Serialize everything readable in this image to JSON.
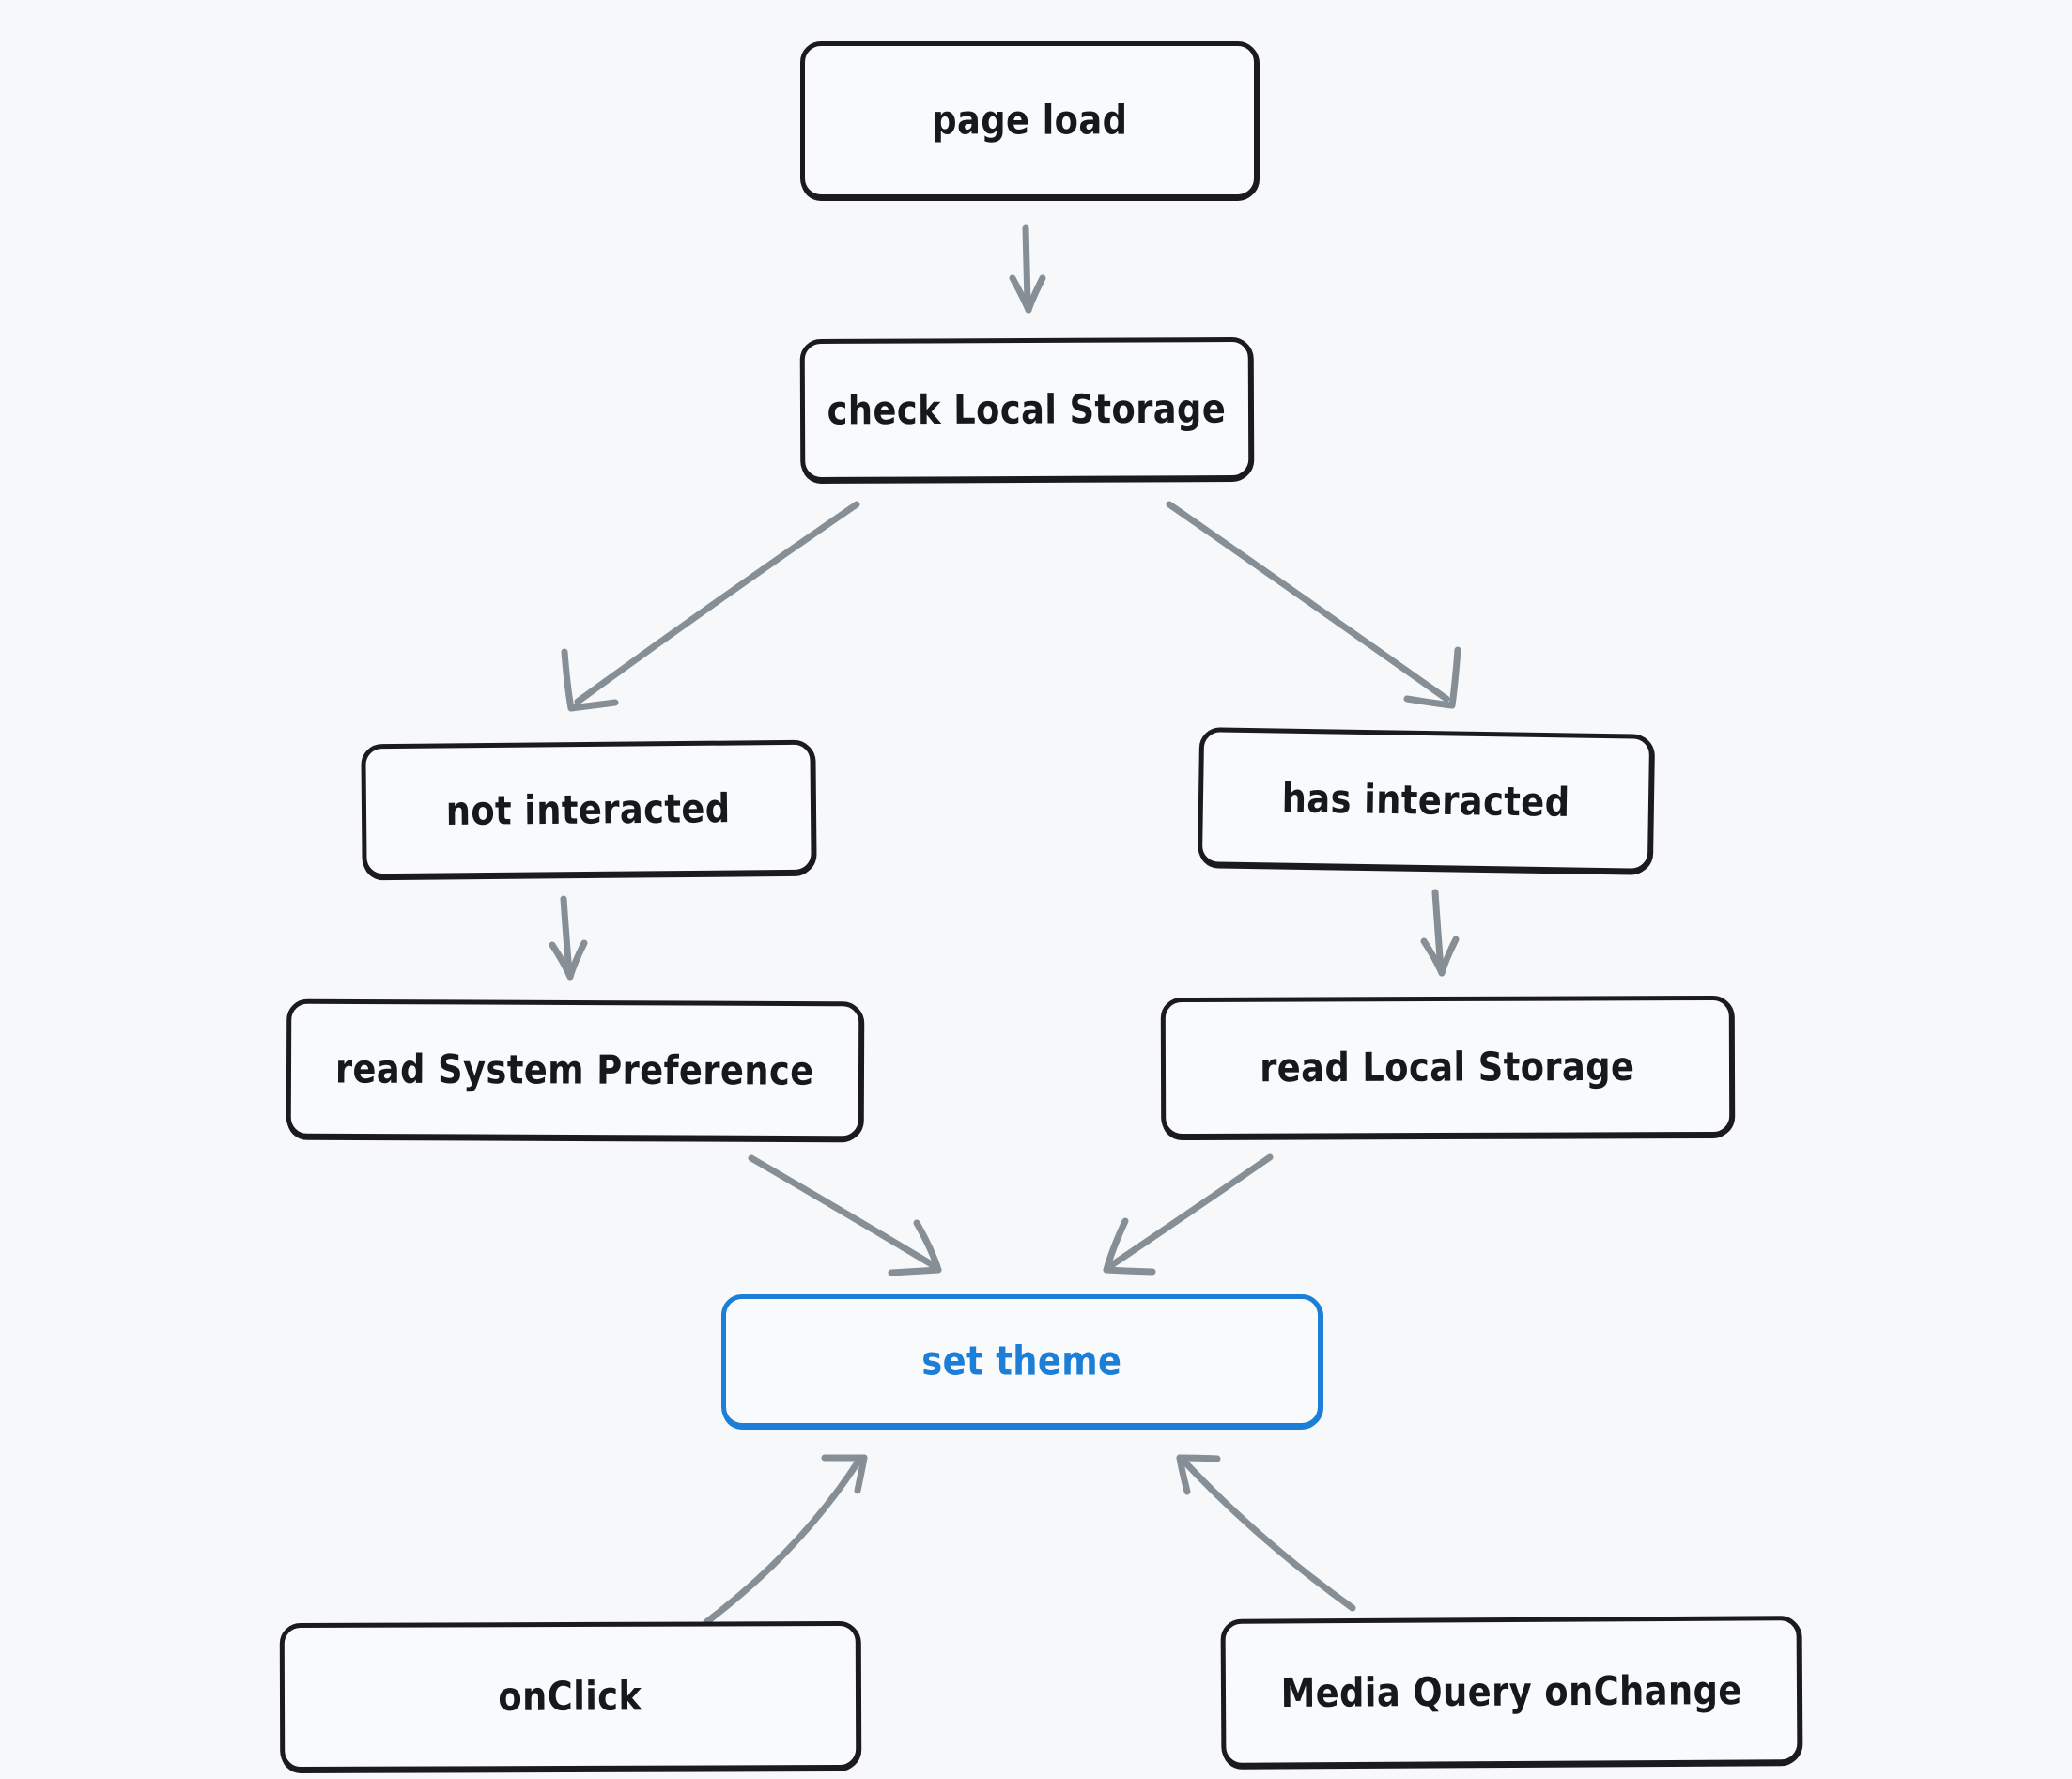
{
  "diagram": {
    "type": "flowchart",
    "title": "theme resolution flow",
    "background_color": "#f7f8fa",
    "node_stroke_color": "#1b1b1f",
    "accent_color": "#1c7ed6",
    "edge_color": "#868e96",
    "style": "hand-drawn",
    "nodes": [
      {
        "id": "page_load",
        "label": "page load",
        "highlight": false
      },
      {
        "id": "check_local",
        "label": "check Local Storage",
        "highlight": false
      },
      {
        "id": "not_interacted",
        "label": "not interacted",
        "highlight": false
      },
      {
        "id": "has_interacted",
        "label": "has interacted",
        "highlight": false
      },
      {
        "id": "read_system",
        "label": "read System Preference",
        "highlight": false
      },
      {
        "id": "read_local",
        "label": "read Local Storage",
        "highlight": false
      },
      {
        "id": "set_theme",
        "label": "set theme",
        "highlight": true
      },
      {
        "id": "onclick",
        "label": "onClick",
        "highlight": false
      },
      {
        "id": "media_query",
        "label": "Media Query onChange",
        "highlight": false
      }
    ],
    "edges": [
      {
        "from": "page_load",
        "to": "check_local",
        "label": ""
      },
      {
        "from": "check_local",
        "to": "not_interacted",
        "label": ""
      },
      {
        "from": "check_local",
        "to": "has_interacted",
        "label": ""
      },
      {
        "from": "not_interacted",
        "to": "read_system",
        "label": ""
      },
      {
        "from": "has_interacted",
        "to": "read_local",
        "label": ""
      },
      {
        "from": "read_system",
        "to": "set_theme",
        "label": ""
      },
      {
        "from": "read_local",
        "to": "set_theme",
        "label": ""
      },
      {
        "from": "onclick",
        "to": "set_theme",
        "label": ""
      },
      {
        "from": "media_query",
        "to": "set_theme",
        "label": ""
      }
    ]
  }
}
